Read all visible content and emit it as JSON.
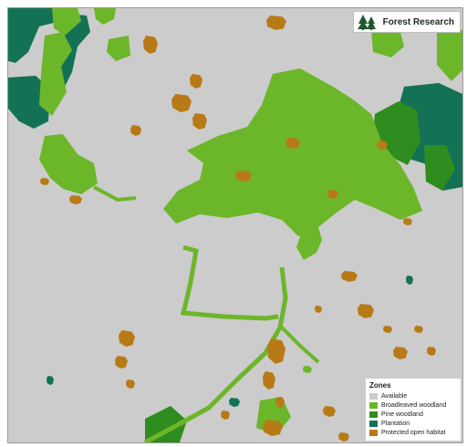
{
  "logo": {
    "text": "Forest Research",
    "icon": "tree-icon"
  },
  "legend": {
    "title": "Zones",
    "items": [
      {
        "label": "Available",
        "color": "#cccccc"
      },
      {
        "label": "Broadleaved woodland",
        "color": "#6cb62a"
      },
      {
        "label": "Pine woodland",
        "color": "#2f8c1e"
      },
      {
        "label": "Plantation",
        "color": "#137255"
      },
      {
        "label": "Protected open habitat",
        "color": "#b87a16"
      }
    ]
  },
  "colors": {
    "available": "#cccccc",
    "broadleaved": "#6cb62a",
    "pine": "#2f8c1e",
    "plantation": "#137255",
    "protected": "#b87a16"
  }
}
